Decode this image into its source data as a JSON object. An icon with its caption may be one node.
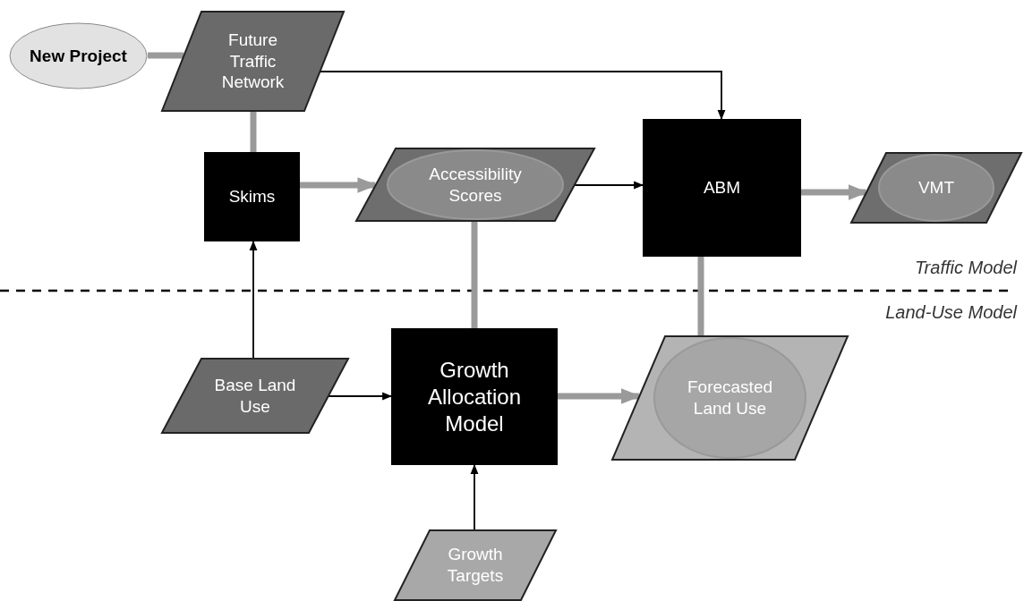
{
  "diagram": {
    "nodes": [
      {
        "text": [
          "New Project"
        ]
      },
      {
        "text": [
          "Future Traffic Network"
        ]
      },
      {
        "text": [
          "Skims"
        ]
      },
      {
        "text": [
          "Accessibility Scores"
        ]
      },
      {
        "text": [
          "ABM"
        ]
      },
      {
        "text": [
          "VMT"
        ]
      },
      {
        "text": [
          "Base Land Use"
        ]
      },
      {
        "text": [
          "Growth Allocation Model"
        ]
      },
      {
        "text": [
          "Forecasted Land Use"
        ]
      },
      {
        "text": [
          "Growth Targets"
        ]
      }
    ],
    "edges": [
      {
        "from": 0,
        "to": 1,
        "arrow": "none"
      },
      {
        "from": 1,
        "to": 2,
        "arrow": "none"
      },
      {
        "from": 2,
        "to": 3,
        "arrow": "to"
      },
      {
        "from": 1,
        "to": 4,
        "arrow": "to",
        "color": "#000000"
      },
      {
        "from": 3,
        "to": 4,
        "arrow": "to",
        "color": "#000000"
      },
      {
        "from": 4,
        "to": 5,
        "arrow": "to"
      },
      {
        "from": 3,
        "to": 7,
        "arrow": "none"
      },
      {
        "from": 7,
        "to": 8,
        "arrow": "to"
      },
      {
        "from": 8,
        "to": 4,
        "arrow": "none"
      },
      {
        "from": 6,
        "to": 2,
        "arrow": "to",
        "color": "#000000"
      },
      {
        "from": 6,
        "to": 7,
        "arrow": "to",
        "color": "#000000"
      },
      {
        "from": 9,
        "to": 7,
        "arrow": "to",
        "color": "#000000"
      }
    ],
    "labels": [
      "Traffic Model",
      "Land-Use Model"
    ]
  }
}
